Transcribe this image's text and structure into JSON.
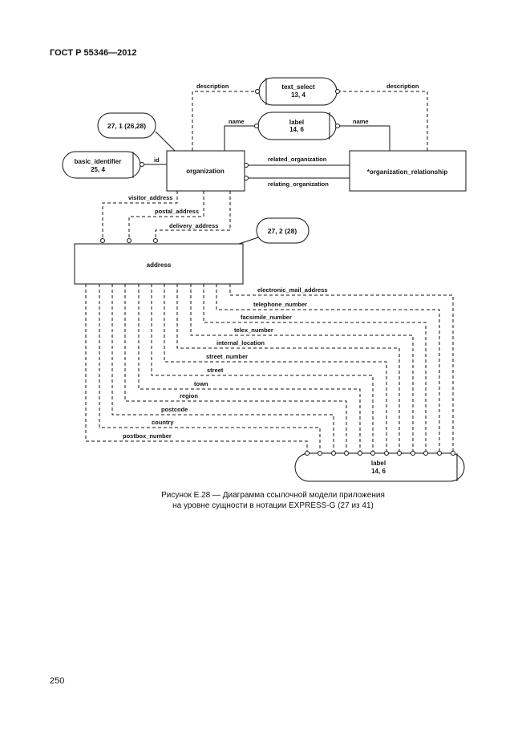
{
  "header": {
    "standard": "ГОСТ Р 55346—2012"
  },
  "page_number": "250",
  "caption": {
    "line1": "Рисунок Е.28 — Диаграмма ссылочной модели приложения",
    "line2": "на уровне сущности в нотации EXPRESS-G (27 из 41)"
  },
  "diagram": {
    "entities": {
      "organization": "organization",
      "organization_relationship": "*organization_relationship",
      "address": "address"
    },
    "types": {
      "text_select": {
        "name": "text_select",
        "ref": "13, 4"
      },
      "label_top": {
        "name": "label",
        "ref": "14, 6"
      },
      "basic_identifier": {
        "name": "basic_identifier",
        "ref": "25, 4"
      },
      "label_bottom": {
        "name": "label",
        "ref": "14, 6"
      }
    },
    "page_refs": {
      "org_ref": "27, 1 (26,28)",
      "addr_ref": "27, 2 (28)"
    },
    "attributes": {
      "description_left": "description",
      "description_right": "description",
      "name_left": "name",
      "name_right": "name",
      "id": "id",
      "related_organization": "related_organization",
      "relating_organization": "relating_organization",
      "visitor_address": "visitor_address",
      "postal_address": "postal_address",
      "delivery_address": "delivery_address",
      "electronic_mail_address": "electronic_mail_address",
      "telephone_number": "telephone_number",
      "facsimile_number": "facsimile_number",
      "telex_number": "telex_number",
      "internal_location": "internal_location",
      "street_number": "street_number",
      "street": "street",
      "town": "town",
      "region": "region",
      "postcode": "postcode",
      "country": "country",
      "postbox_number": "postbox_number"
    }
  }
}
